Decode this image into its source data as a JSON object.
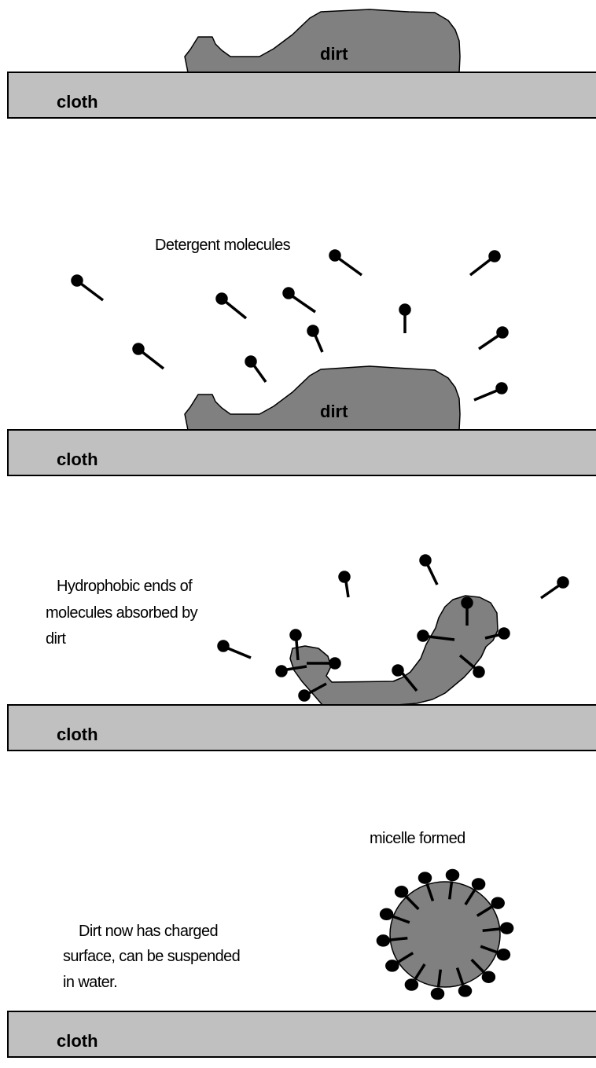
{
  "panels": [
    {
      "dirt_label": "dirt",
      "cloth_label": "cloth"
    },
    {
      "caption": "Detergent molecules",
      "dirt_label": "dirt",
      "cloth_label": "cloth"
    },
    {
      "caption_lines": [
        "Hydrophobic ends of",
        "molecules absorbed by",
        "dirt"
      ],
      "cloth_label": "cloth"
    },
    {
      "micelle_label": "micelle formed",
      "caption_lines": [
        "Dirt now has charged",
        "surface, can be suspended",
        "in water."
      ],
      "cloth_label": "cloth"
    }
  ],
  "colors": {
    "cloth_fill": "#c0c0c0",
    "dirt_fill": "#808080",
    "molecule": "#000000"
  }
}
